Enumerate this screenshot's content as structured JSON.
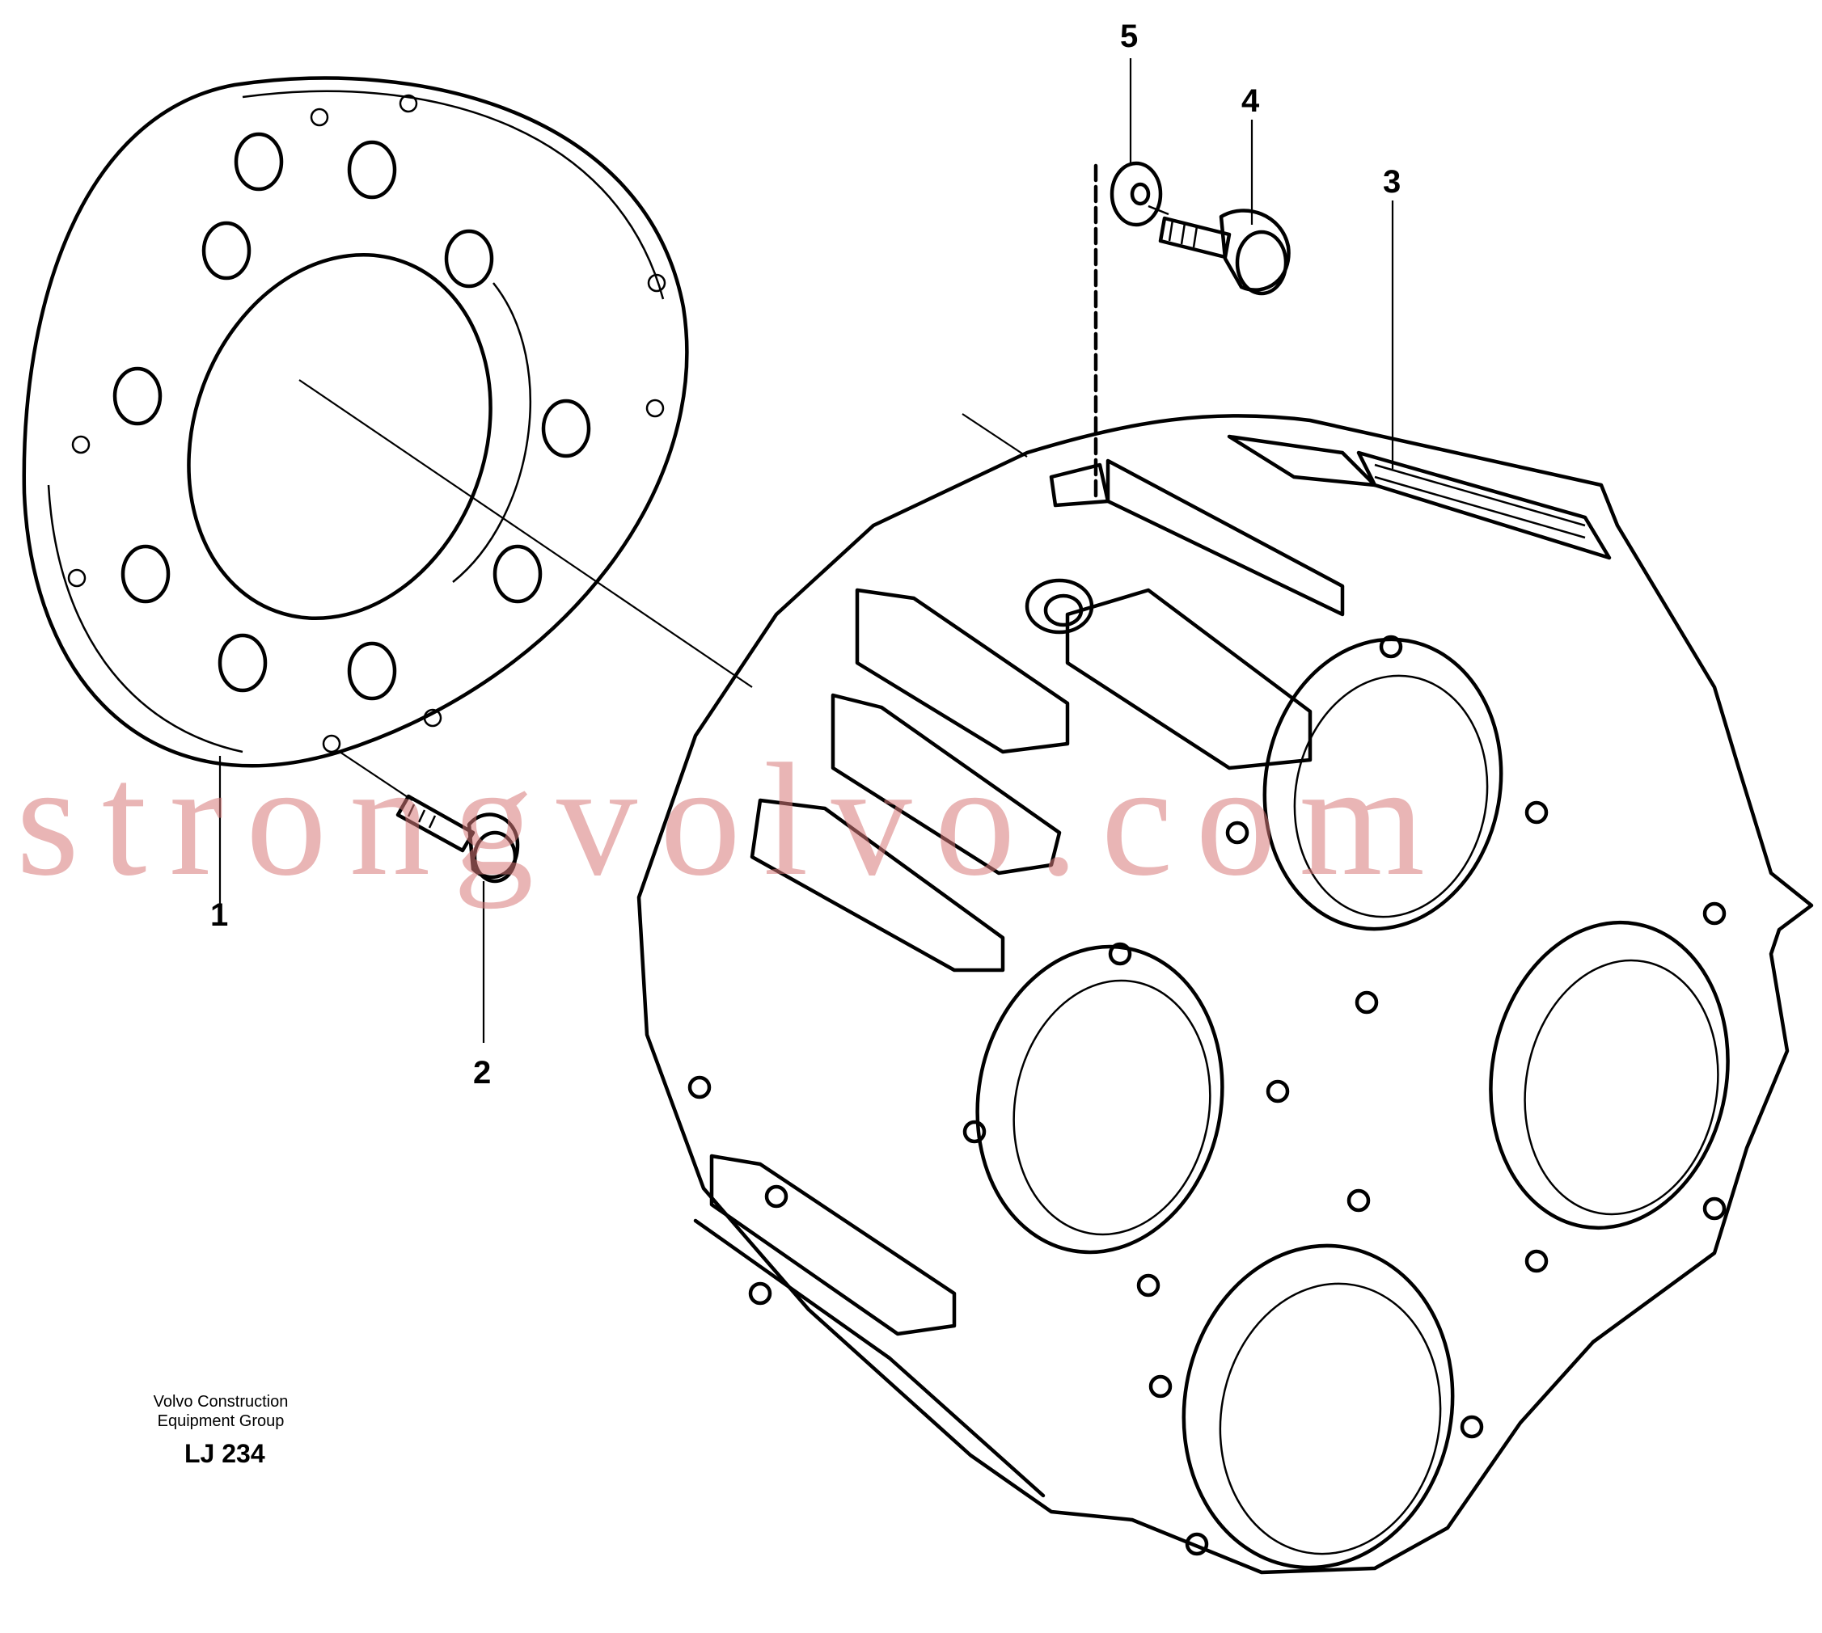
{
  "labels": {
    "item1": "1",
    "item2": "2",
    "item3": "3",
    "item4": "4",
    "item5": "5"
  },
  "credit": {
    "line1": "Volvo Construction",
    "line2": "Equipment Group",
    "reference": "LJ 234"
  },
  "watermark": "strongvolvo.com",
  "colors": {
    "ink": "#000000",
    "background": "#ffffff",
    "watermark": "#d77878"
  }
}
